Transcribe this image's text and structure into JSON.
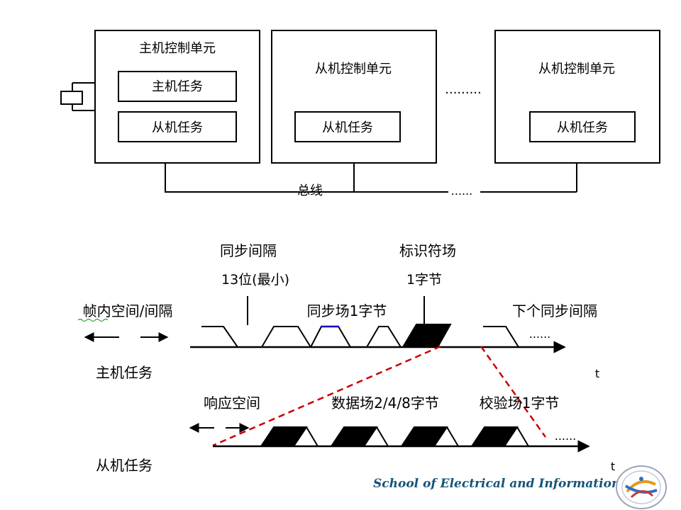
{
  "blocks": {
    "master_unit": {
      "title": "主机控制单元",
      "master_task": "主机任务",
      "slave_task": "从机任务"
    },
    "slave_unit_1": {
      "title": "从机控制单元",
      "slave_task": "从机任务"
    },
    "slave_unit_n": {
      "title": "从机控制单元",
      "slave_task": "从机任务"
    },
    "unit_ellipsis": ".........",
    "bus_label": "总线",
    "bus_ellipsis": "......"
  },
  "timing": {
    "sync_gap_label": "同步间隔",
    "sync_gap_bits": "13位(最小)",
    "ident_field_label": "标识符场",
    "ident_field_size": "1字节",
    "inframe_gap_label": "帧内空间/间隔",
    "sync_field_label": "同步场1字节",
    "next_sync_label": "下个同步间隔",
    "master_ellipsis": "......",
    "master_task_label": "主机任务",
    "time_axis_master": "t",
    "response_space_label": "响应空间",
    "data_field_label": "数据场2/4/8字节",
    "checksum_label": "校验场1字节",
    "slave_ellipsis": "......",
    "slave_task_label": "从机任务",
    "time_axis_slave": "t"
  },
  "footer": {
    "text": "School of Electrical and Information"
  },
  "colors": {
    "line": "#000000",
    "sync_highlight": "#0000cc",
    "dashed_connector": "#cc0000",
    "footer_text": "#14547a",
    "spell_underline": "#2e9e2e"
  }
}
